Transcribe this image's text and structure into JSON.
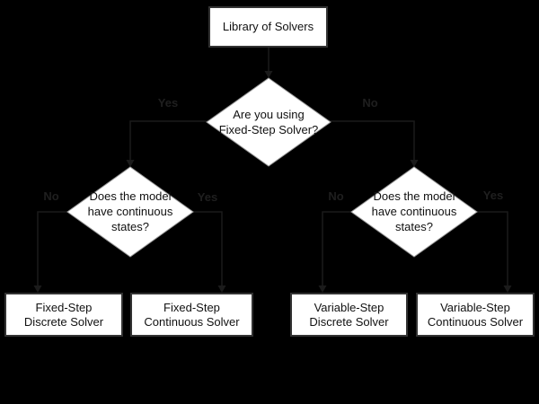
{
  "diagram": {
    "type": "flowchart",
    "colors": {
      "background": "#000000",
      "node_fill": "#ffffff",
      "node_border": "#333333",
      "node_text": "#111111",
      "connector": "#1b1b1b",
      "branch_label_text": "#1f1f1f"
    },
    "root": {
      "label": "Library of Solvers"
    },
    "decisions": {
      "fixed_step": {
        "question": "Are you using\nFixed-Step Solver?",
        "yes": "Yes",
        "no": "No"
      },
      "continuous_left": {
        "question": "Does the model\nhave continuous\nstates?",
        "yes": "Yes",
        "no": "No"
      },
      "continuous_right": {
        "question": "Does the model\nhave continuous\nstates?",
        "yes": "Yes",
        "no": "No"
      }
    },
    "outcomes": {
      "fixed_discrete": {
        "label": "Fixed-Step\nDiscrete Solver"
      },
      "fixed_continuous": {
        "label": "Fixed-Step\nContinuous Solver"
      },
      "variable_discrete": {
        "label": "Variable-Step\nDiscrete Solver"
      },
      "variable_continuous": {
        "label": "Variable-Step\nContinuous Solver"
      }
    }
  }
}
